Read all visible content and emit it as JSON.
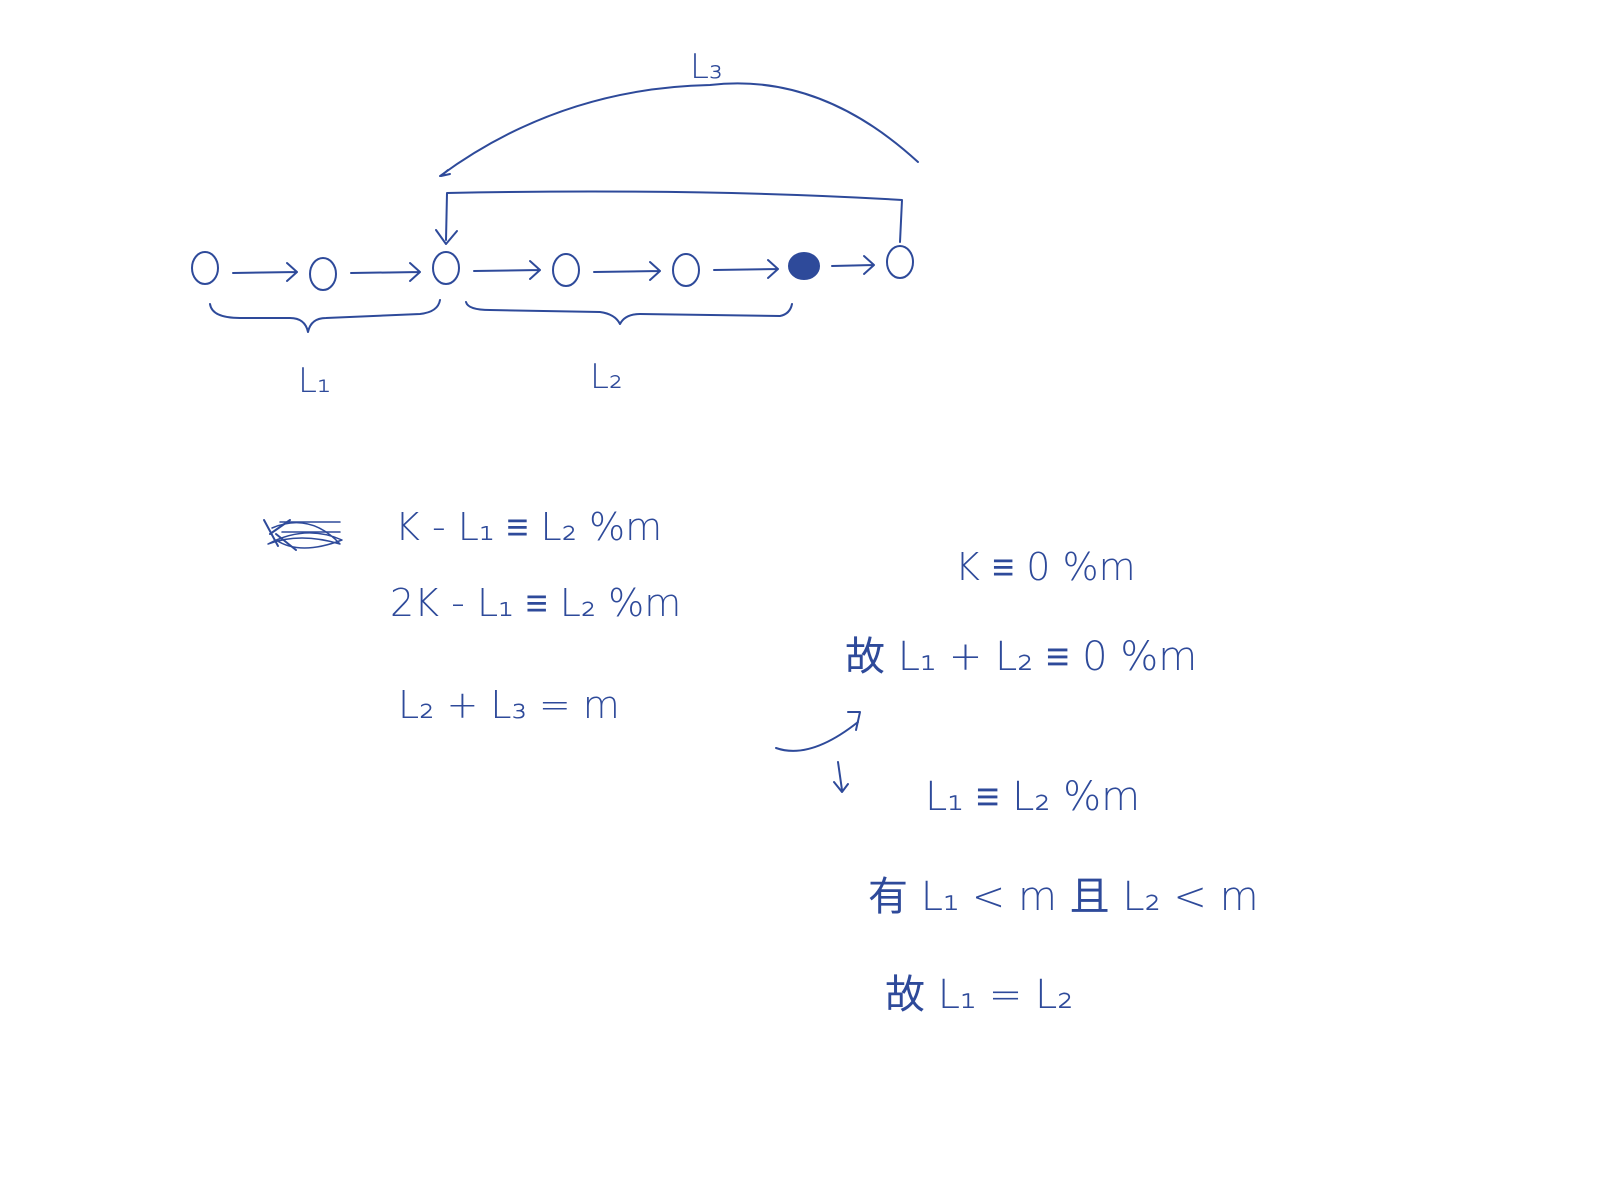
{
  "ink_color": "#2e4a9a",
  "diagram": {
    "nodes": [
      {
        "id": "n1",
        "filled": false
      },
      {
        "id": "n2",
        "filled": false
      },
      {
        "id": "n3",
        "filled": false
      },
      {
        "id": "n4",
        "filled": false
      },
      {
        "id": "n5",
        "filled": false
      },
      {
        "id": "n6",
        "filled": true
      },
      {
        "id": "n7",
        "filled": false
      }
    ],
    "brace_labels": {
      "l1": "L₁",
      "l2": "L₂"
    },
    "arc_label": "L₃"
  },
  "notes": {
    "left": [
      "K - L₁ ≡ L₂  %m",
      "2K - L₁ ≡ L₂  %m",
      "L₂ + L₃ = m"
    ],
    "right_top": [
      "K ≡ 0  %m",
      "故  L₁ + L₂ ≡ 0  %m"
    ],
    "right_bottom": [
      "L₁ ≡ L₂  %m",
      "有  L₁ < m  且  L₂ < m",
      "故  L₁ = L₂"
    ]
  }
}
